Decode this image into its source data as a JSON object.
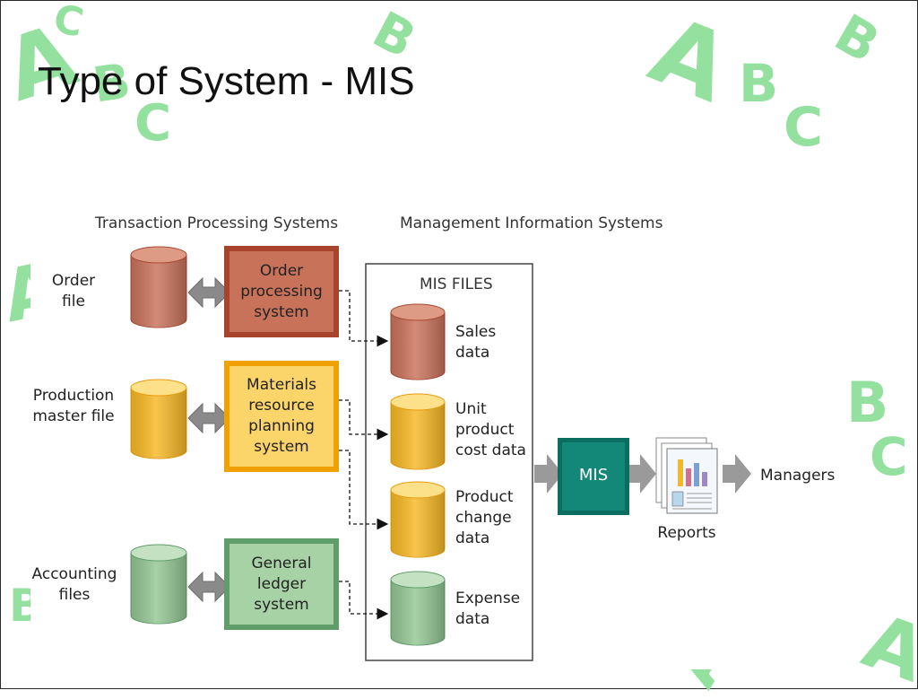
{
  "slide": {
    "title": "Type of System - MIS"
  },
  "headers": {
    "tps": "Transaction Processing Systems",
    "mis": "Management Information Systems"
  },
  "sources": [
    {
      "file": "Order file",
      "system": "Order processing system",
      "color": "#c9725a",
      "edge": "#a84a33"
    },
    {
      "file": "Production master file",
      "system": "Materials resource planning system",
      "color": "#f7b824",
      "edge": "#e89c10"
    },
    {
      "file": "Accounting files",
      "system": "General ledger system",
      "color": "#93c693",
      "edge": "#5f9e6a"
    }
  ],
  "mis_files": {
    "title": "MIS FILES",
    "items": [
      {
        "label": "Sales data"
      },
      {
        "label": "Unit product cost data"
      },
      {
        "label": "Product change data"
      },
      {
        "label": "Expense data"
      }
    ]
  },
  "mis": {
    "label": "MIS",
    "color": "#138878"
  },
  "reports": {
    "label": "Reports"
  },
  "managers": {
    "label": "Managers"
  },
  "decor": {
    "letters": [
      "A",
      "B",
      "C"
    ],
    "color": "#8fe09a"
  }
}
